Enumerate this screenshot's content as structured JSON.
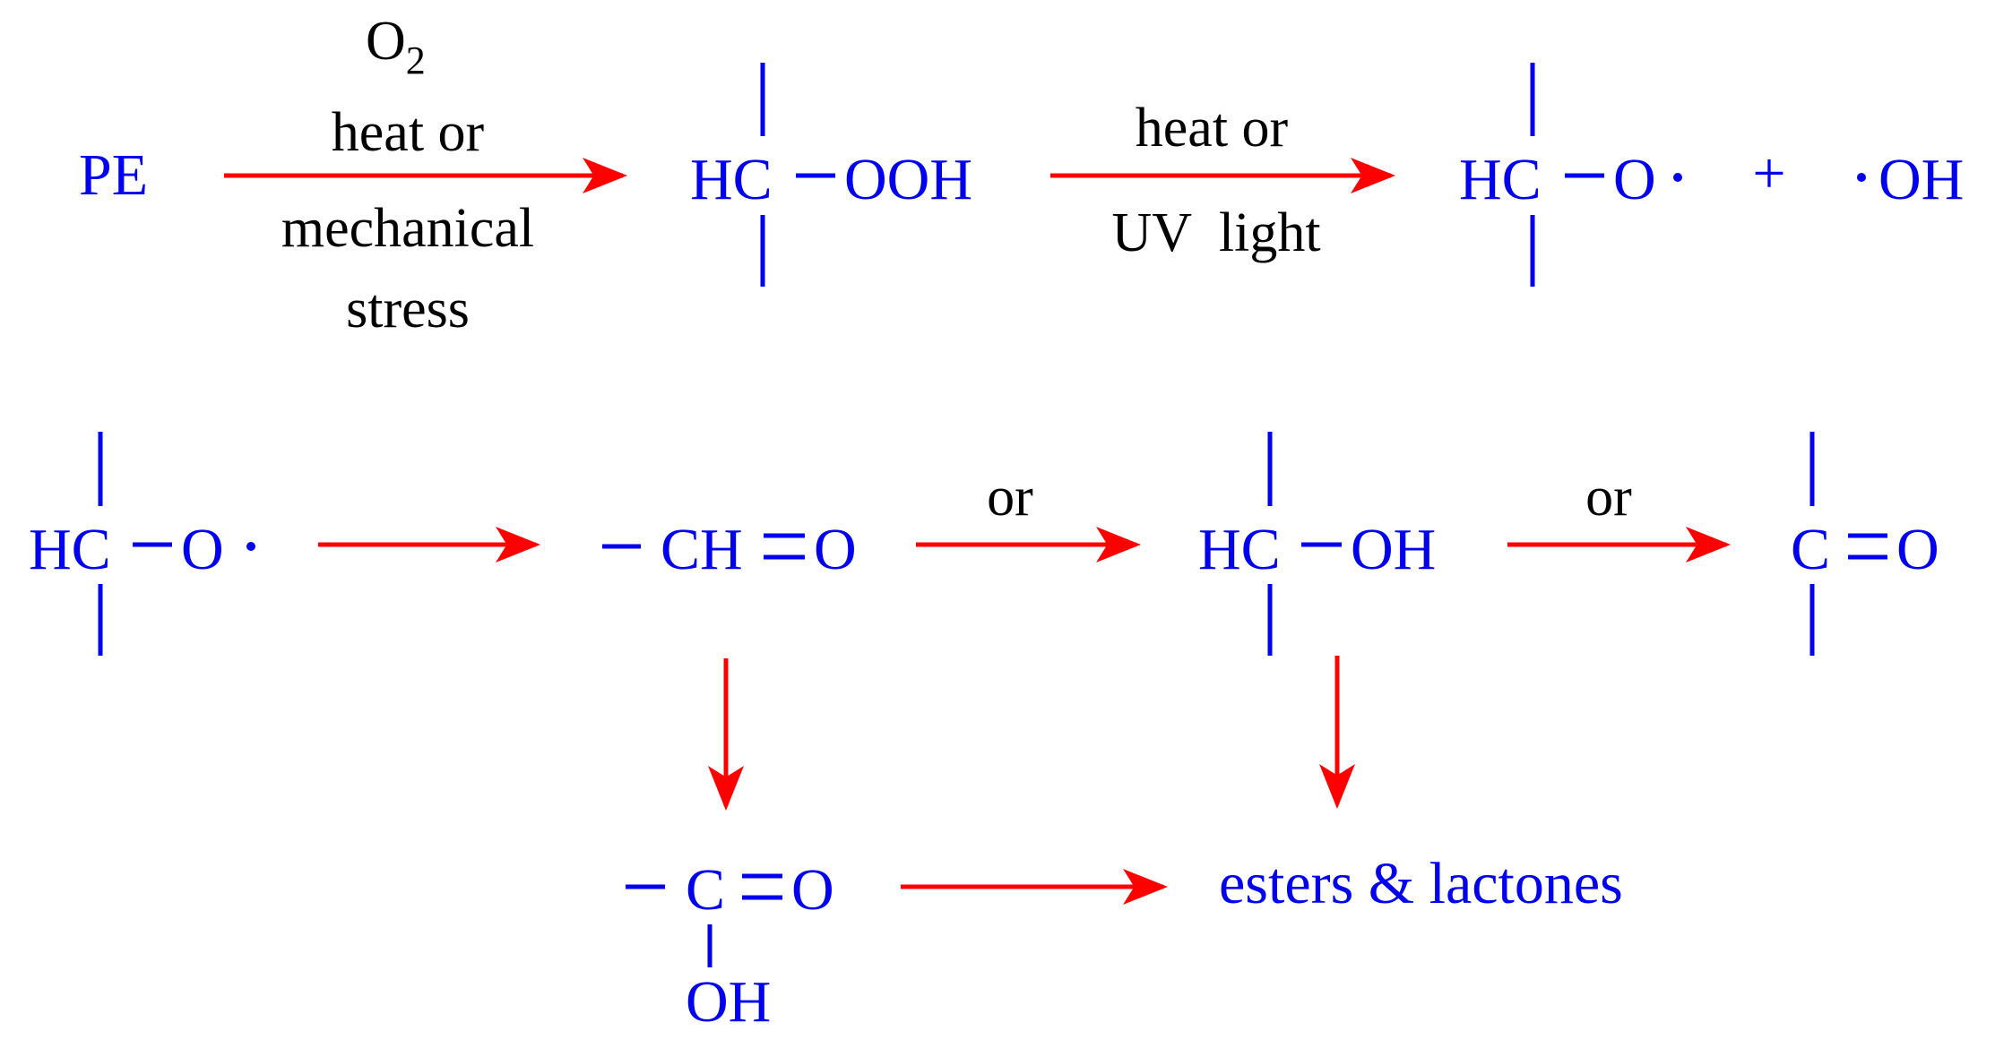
{
  "colors": {
    "species": "#0000ee",
    "arrow": "#ff0000",
    "condition_text": "#000000"
  },
  "row1": {
    "reactant": "PE",
    "step1_conditions": {
      "o2": "O",
      "o2_sub": "2",
      "line1": "heat or",
      "line2": "mechanical",
      "line3": "stress"
    },
    "hydroperoxide": {
      "carbon": "HC",
      "group": "OOH"
    },
    "step2_conditions": {
      "line1": "heat or",
      "line2": "UV  light"
    },
    "alkoxy_radical": {
      "carbon": "HC",
      "group": "O"
    },
    "plus": "+",
    "hydroxyl_radical": "OH"
  },
  "row2": {
    "alkoxy_radical": {
      "carbon": "HC",
      "group": "O"
    },
    "aldehyde": {
      "carbon": "CH",
      "group": "O"
    },
    "or1": "or",
    "alcohol": {
      "carbon": "HC",
      "group": "OH"
    },
    "or2": "or",
    "ketone": {
      "carbon": "C",
      "group": "O"
    }
  },
  "row3": {
    "acid": {
      "carbon": "C",
      "group": "O",
      "oh": "OH"
    },
    "products": "esters & lactones"
  }
}
